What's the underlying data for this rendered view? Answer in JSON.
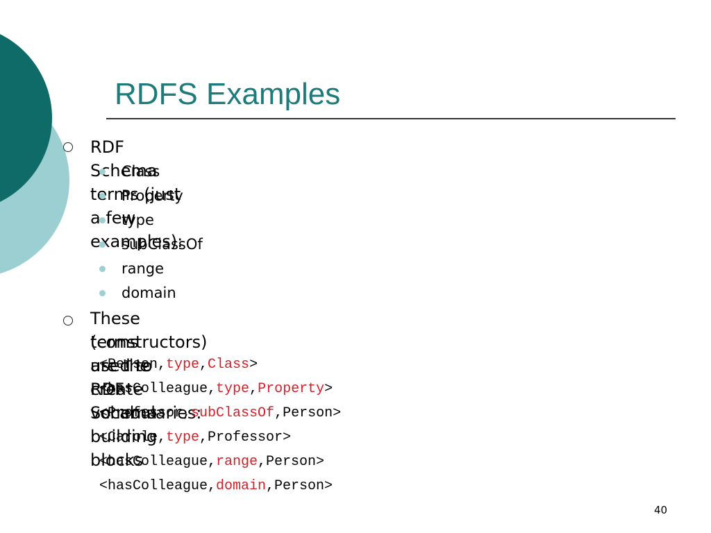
{
  "slide": {
    "title": "RDFS Examples",
    "page_number": "40"
  },
  "bullets": [
    {
      "text": "RDF Schema terms (just a few examples):",
      "subitems": [
        "Class",
        "Property",
        "type",
        "subClassOf",
        "range",
        "domain"
      ]
    },
    {
      "line1": "These terms are the RDF Schema building blocks",
      "line2": "(constructors) used to create vocabularies:"
    }
  ],
  "code_lines": [
    [
      {
        "t": "<Person,"
      },
      {
        "t": "type",
        "kw": true
      },
      {
        "t": ","
      },
      {
        "t": "Class",
        "kw": true
      },
      {
        "t": ">"
      }
    ],
    [
      {
        "t": "<hasColleague,"
      },
      {
        "t": "type",
        "kw": true
      },
      {
        "t": ","
      },
      {
        "t": "Property",
        "kw": true
      },
      {
        "t": ">"
      }
    ],
    [
      {
        "t": "<Professor,"
      },
      {
        "t": "subClassOf",
        "kw": true
      },
      {
        "t": ",Person>"
      }
    ],
    [
      {
        "t": "<Carole,"
      },
      {
        "t": "type",
        "kw": true
      },
      {
        "t": ",Professor>"
      }
    ],
    [
      {
        "t": "<hasColleague,"
      },
      {
        "t": "range",
        "kw": true
      },
      {
        "t": ",Person>"
      }
    ],
    [
      {
        "t": "<hasColleague,"
      },
      {
        "t": "domain",
        "kw": true
      },
      {
        "t": ",Person>"
      }
    ]
  ],
  "colors": {
    "title": "#1e7b7b",
    "dark_teal_circle": "#0f6b67",
    "light_teal_circle": "#9ccfd1",
    "sub_bullet": "#a0cfd2",
    "keyword": "#d2212a"
  }
}
